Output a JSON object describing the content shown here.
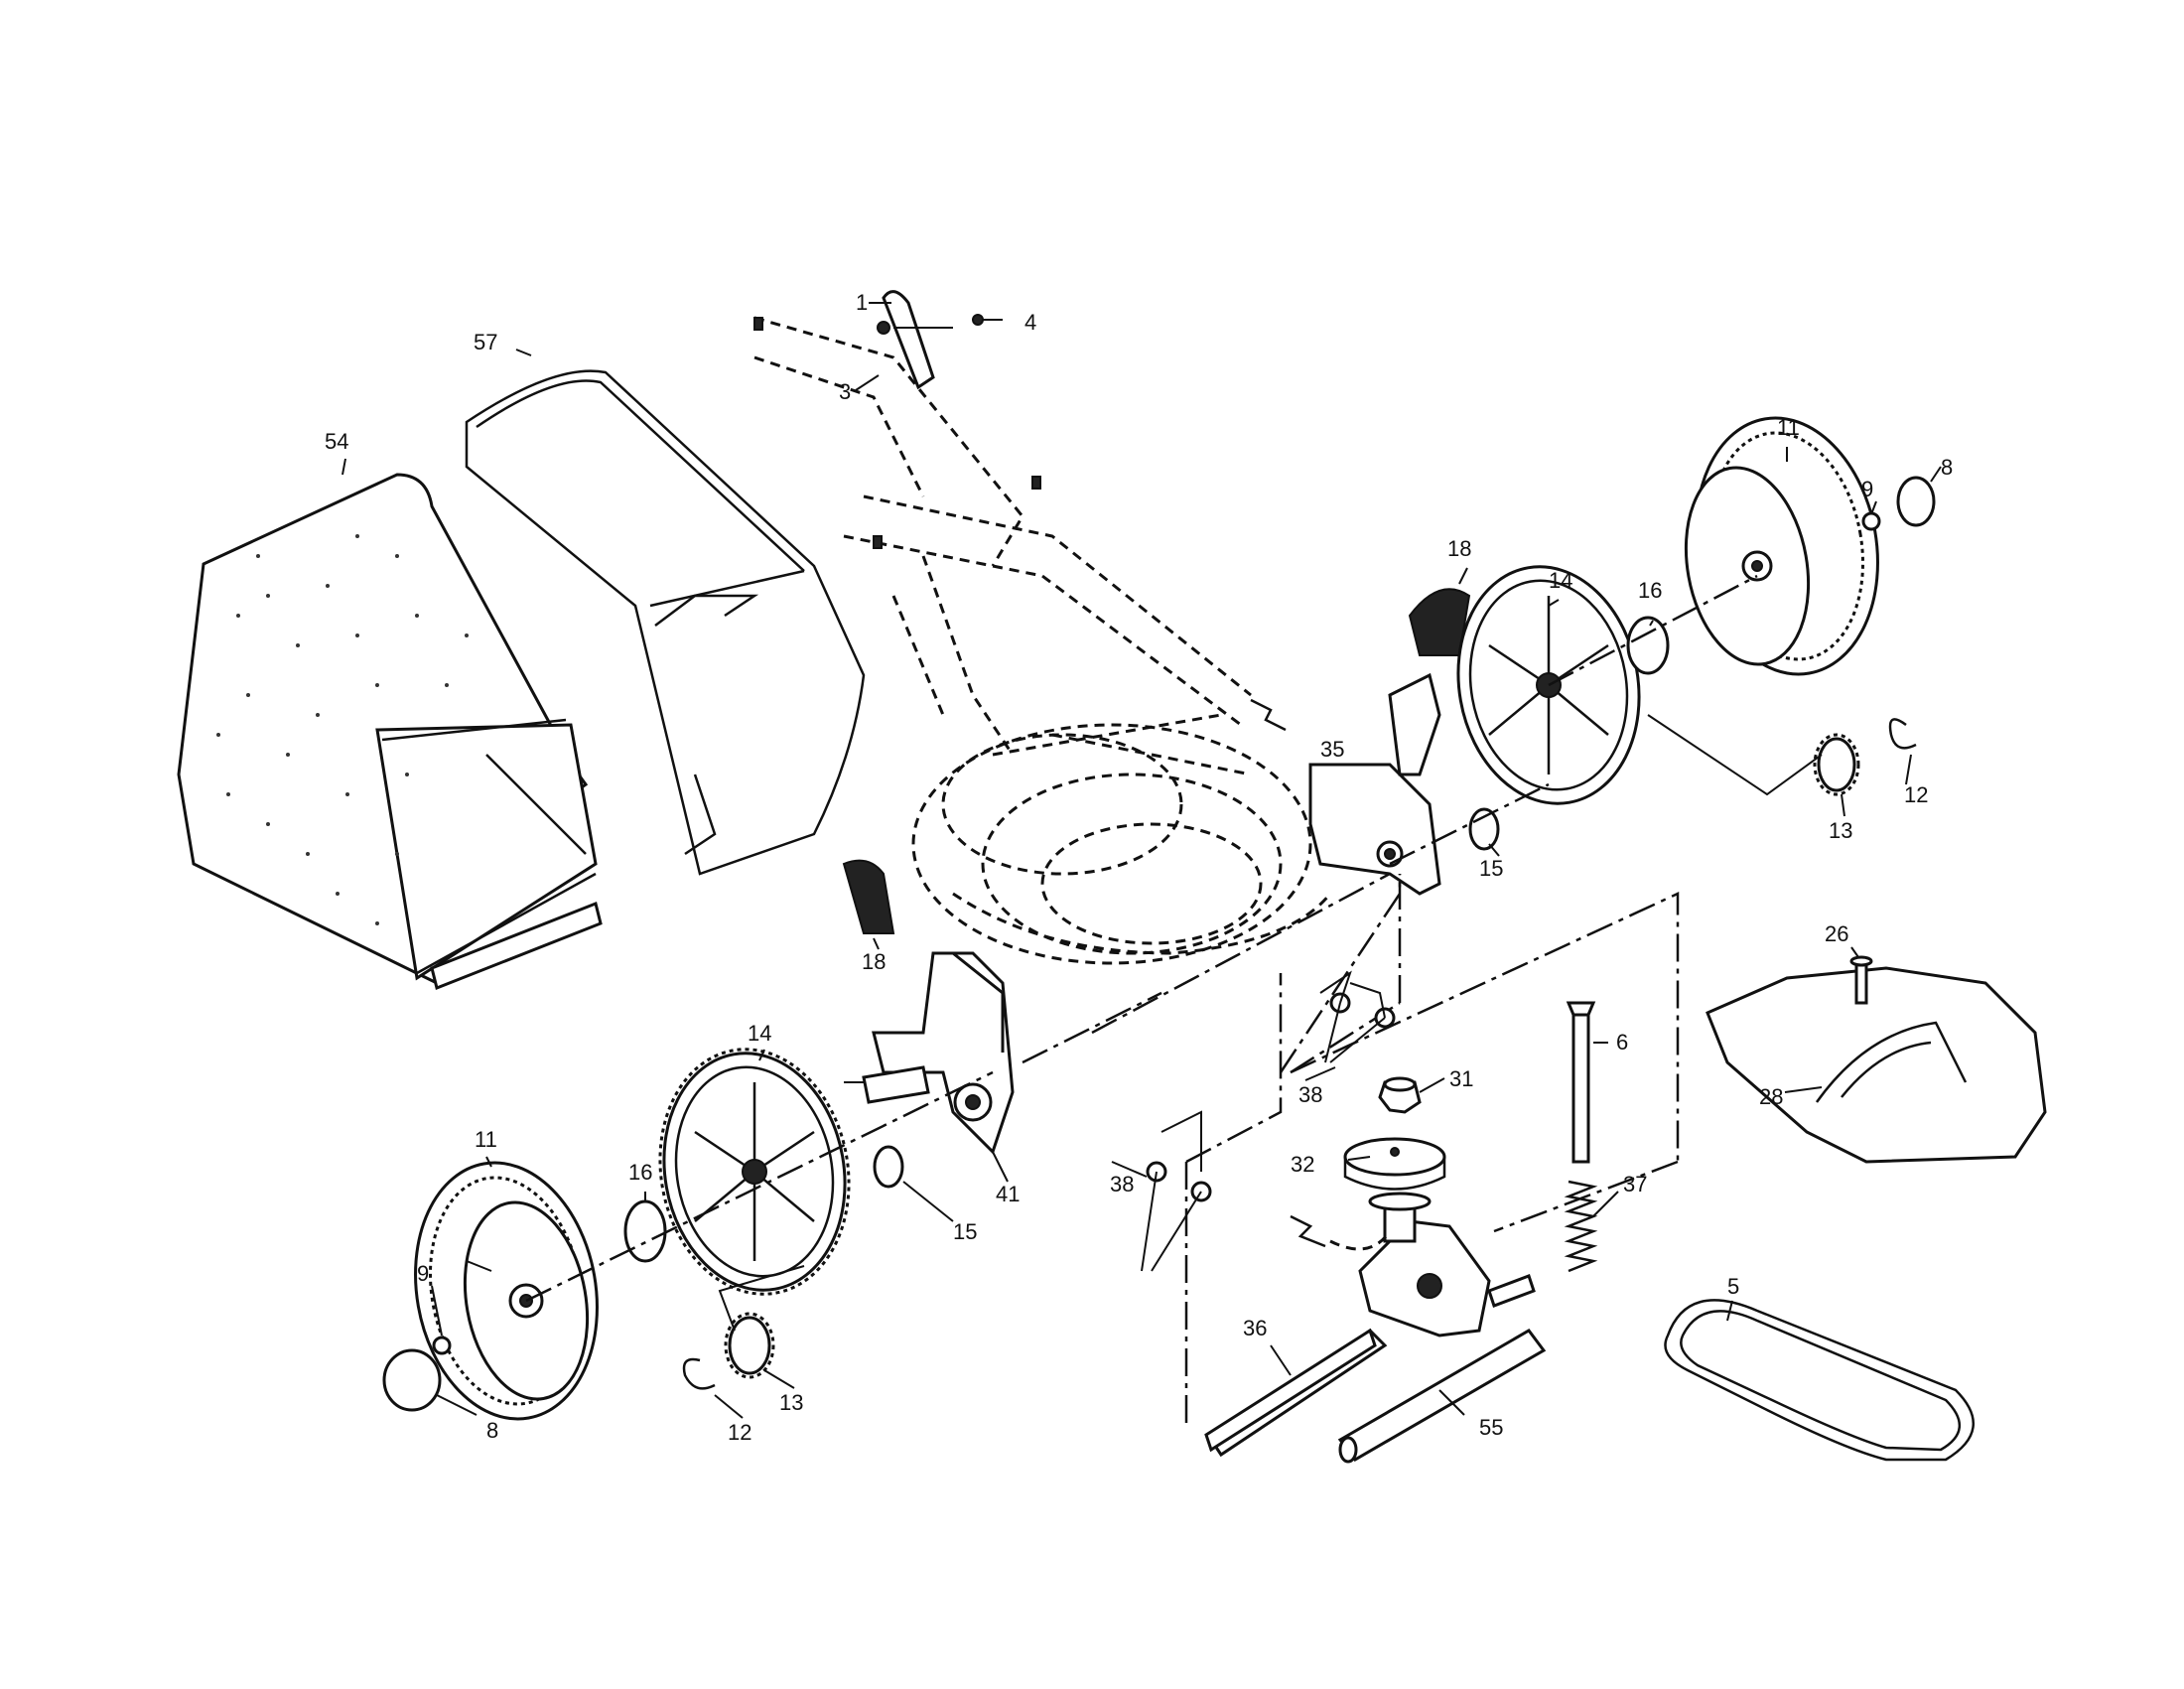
{
  "callouts": [
    {
      "id": "1",
      "text": "1"
    },
    {
      "id": "3",
      "text": "3"
    },
    {
      "id": "4",
      "text": "4"
    },
    {
      "id": "57",
      "text": "57"
    },
    {
      "id": "54",
      "text": "54"
    },
    {
      "id": "18a",
      "text": "18"
    },
    {
      "id": "18b",
      "text": "18"
    },
    {
      "id": "14a",
      "text": "14"
    },
    {
      "id": "14b",
      "text": "14"
    },
    {
      "id": "16a",
      "text": "16"
    },
    {
      "id": "16b",
      "text": "16"
    },
    {
      "id": "11a",
      "text": "11"
    },
    {
      "id": "11b",
      "text": "11"
    },
    {
      "id": "9a",
      "text": "9"
    },
    {
      "id": "9b",
      "text": "9"
    },
    {
      "id": "8a",
      "text": "8"
    },
    {
      "id": "8b",
      "text": "8"
    },
    {
      "id": "35",
      "text": "35"
    },
    {
      "id": "15a",
      "text": "15"
    },
    {
      "id": "15b",
      "text": "15"
    },
    {
      "id": "12a",
      "text": "12"
    },
    {
      "id": "12b",
      "text": "12"
    },
    {
      "id": "13a",
      "text": "13"
    },
    {
      "id": "13b",
      "text": "13"
    },
    {
      "id": "26",
      "text": "26"
    },
    {
      "id": "6",
      "text": "6"
    },
    {
      "id": "31",
      "text": "31"
    },
    {
      "id": "38a",
      "text": "38"
    },
    {
      "id": "38b",
      "text": "38"
    },
    {
      "id": "32",
      "text": "32"
    },
    {
      "id": "37",
      "text": "37"
    },
    {
      "id": "28",
      "text": "28"
    },
    {
      "id": "41",
      "text": "41"
    },
    {
      "id": "5",
      "text": "5"
    },
    {
      "id": "36",
      "text": "36"
    },
    {
      "id": "55",
      "text": "55"
    }
  ]
}
